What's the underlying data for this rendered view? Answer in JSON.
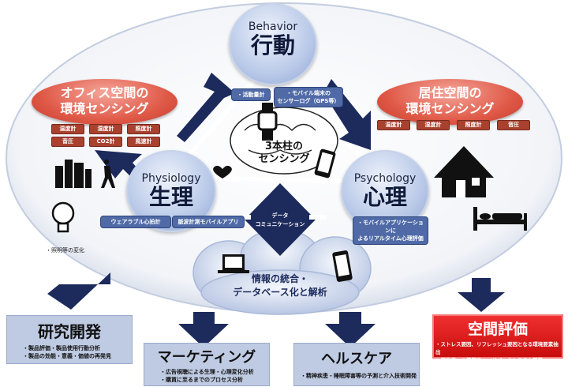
{
  "behavior": {
    "en": "Behavior",
    "jp": "行動",
    "tags": [
      "・活動量計",
      "・モバイル端末の\nセンサーログ（GPS等）"
    ]
  },
  "physiology": {
    "en": "Physiology",
    "jp": "生理",
    "tags": [
      "ウェアラブル心拍計",
      "脈波計測モバイルアプリ"
    ]
  },
  "psychology": {
    "en": "Psychology",
    "jp": "心理",
    "tags": [
      "・モバイルアプリケーションに\nよるリアルタイム心理評価"
    ]
  },
  "center": {
    "label": "3本柱の\nセンシング"
  },
  "data_comm": {
    "label": "データ\nコミュニケーション"
  },
  "cloud": {
    "label": "情報の統合・\nデータベース化と解析"
  },
  "office": {
    "title": "オフィス空間の\n環境センシング",
    "tags": [
      "温度計",
      "湿度計",
      "照度計",
      "音圧",
      "CO2計",
      "風速計"
    ],
    "note": "・照明等の変化"
  },
  "home": {
    "title": "居住空間の\n環境センシング",
    "tags": [
      "温度計",
      "湿度計",
      "照度計",
      "音圧"
    ]
  },
  "outputs": [
    {
      "title": "研究開発",
      "lines": [
        "・製品評価・製品使用行動分析",
        "・製品の効能・意義・価値の再発見"
      ]
    },
    {
      "title": "マーケティング",
      "lines": [
        "・広告視聴による生理・心理変化分析",
        "・購買に至るまでのプロセス分析"
      ]
    },
    {
      "title": "ヘルスケア",
      "lines": [
        "・精神疾患・睡眠障害等の予測と介入技術開発"
      ]
    },
    {
      "title": "空間評価",
      "lines": [
        "・ストレス要因、リフレッシュ要因となる環境要素抽出",
        "・居住者への情報フィードバックシステム開発"
      ]
    }
  ],
  "colors": {
    "navy": "#1c2a5c",
    "red": "#e01818",
    "box": "#bfcbe3"
  }
}
